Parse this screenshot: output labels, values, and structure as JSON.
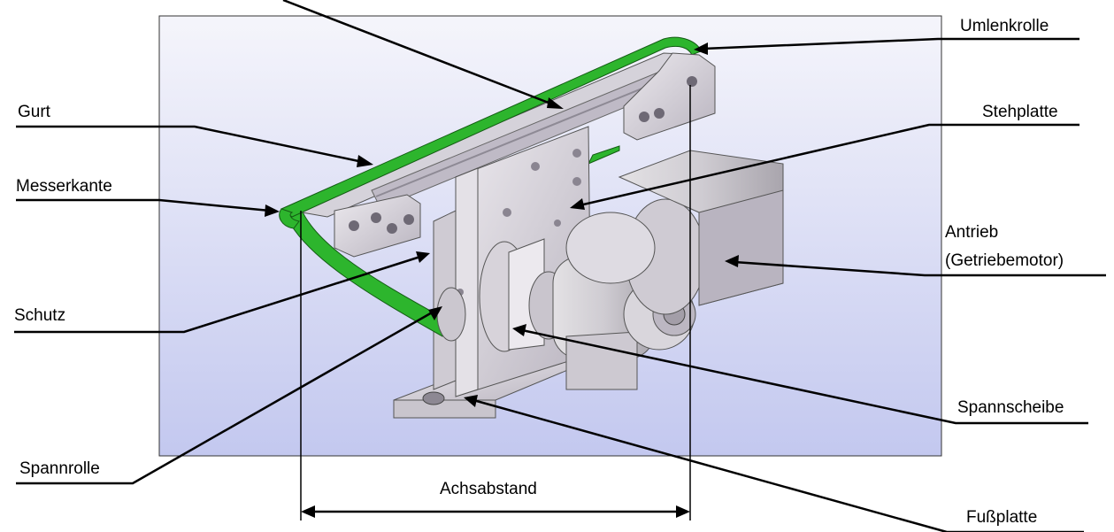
{
  "labels": {
    "umlenkrolle": "Umlenkrolle",
    "gurt": "Gurt",
    "stehplatte": "Stehplatte",
    "messerkante": "Messerkante",
    "antrieb_line1": "Antrieb",
    "antrieb_line2": "(Getriebemotor)",
    "schutz": "Schutz",
    "spannscheibe": "Spannscheibe",
    "spannrolle": "Spannrolle",
    "achsabstand": "Achsabstand",
    "fussplatte": "Fußplatte"
  },
  "colors": {
    "belt": "#2db52d",
    "background_top": "#f4f4fb",
    "background_bottom": "#c5c9ee",
    "metal": "#d8d4dc",
    "metal_dark": "#a8a3ad"
  }
}
